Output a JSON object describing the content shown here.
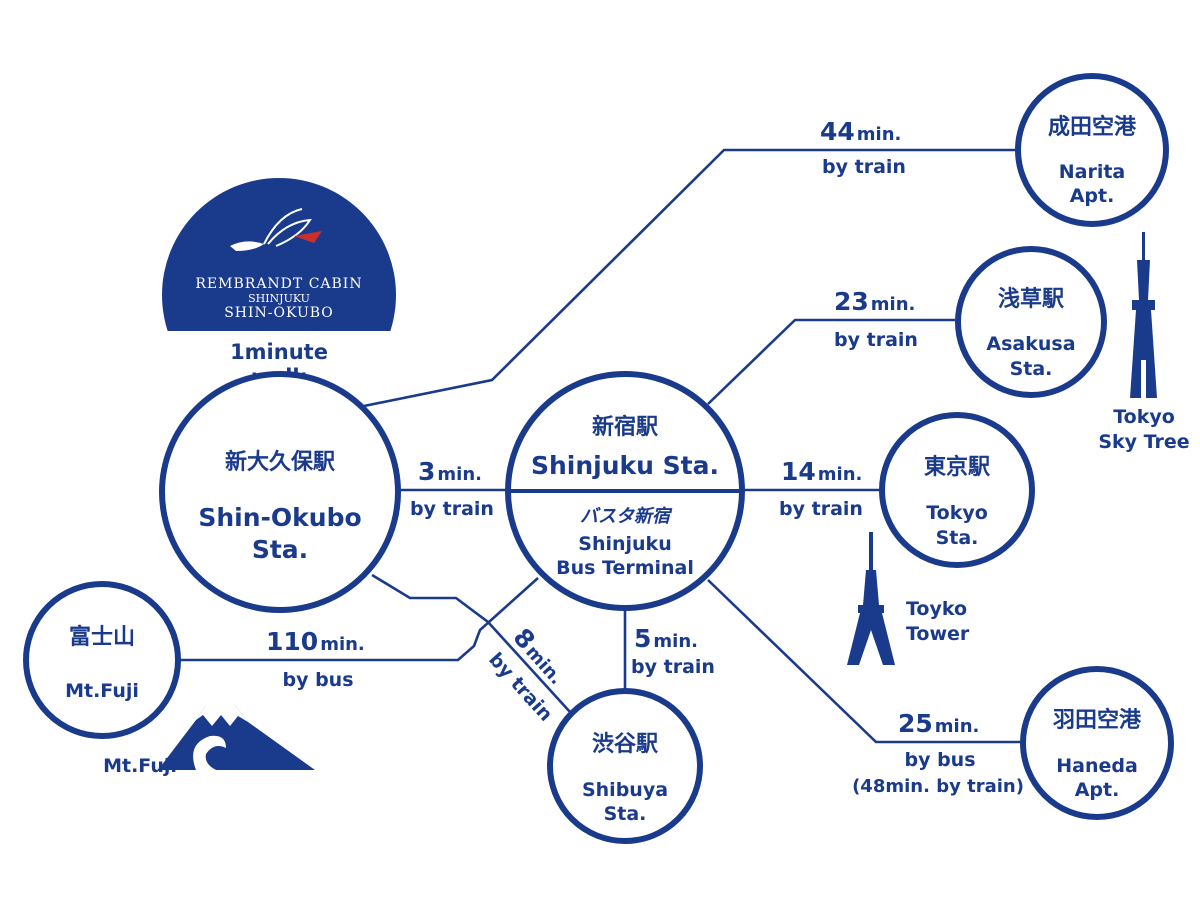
{
  "colors": {
    "primary": "#1a3a8c",
    "background": "#ffffff"
  },
  "hotel": {
    "brand": "REMBRANDT CABIN",
    "area": "SHINJUKU",
    "name": "SHIN-OKUBO",
    "walk_line1": "1minute",
    "walk_line2": "walk"
  },
  "stations": {
    "shin_okubo": {
      "jp": "新大久保駅",
      "en_line1": "Shin-Okubo",
      "en_line2": "Sta."
    },
    "shinjuku": {
      "jp": "新宿駅",
      "en": "Shinjuku Sta.",
      "bus_jp": "バスタ新宿",
      "bus_line1": "Shinjuku",
      "bus_line2": "Bus Terminal"
    },
    "narita": {
      "jp": "成田空港",
      "en_line1": "Narita",
      "en_line2": "Apt."
    },
    "asakusa": {
      "jp": "浅草駅",
      "en_line1": "Asakusa",
      "en_line2": "Sta."
    },
    "tokyo": {
      "jp": "東京駅",
      "en_line1": "Tokyo",
      "en_line2": "Sta."
    },
    "haneda": {
      "jp": "羽田空港",
      "en_line1": "Haneda",
      "en_line2": "Apt."
    },
    "shibuya": {
      "jp": "渋谷駅",
      "en_line1": "Shibuya",
      "en_line2": "Sta."
    },
    "fuji": {
      "jp": "富士山",
      "en": "Mt.Fuji"
    }
  },
  "routes": {
    "narita": {
      "minutes": "44",
      "unit": "min.",
      "mode": "by train"
    },
    "asakusa": {
      "minutes": "23",
      "unit": "min.",
      "mode": "by train"
    },
    "shinjuku": {
      "minutes": "3",
      "unit": "min.",
      "mode": "by train"
    },
    "tokyo": {
      "minutes": "14",
      "unit": "min.",
      "mode": "by train"
    },
    "fuji": {
      "minutes": "110",
      "unit": "min.",
      "mode": "by bus"
    },
    "shibuya_diag": {
      "minutes": "8",
      "unit": "min.",
      "mode": "by train"
    },
    "shibuya_vert": {
      "minutes": "5",
      "unit": "min.",
      "mode": "by train"
    },
    "haneda": {
      "minutes": "25",
      "unit": "min.",
      "mode": "by bus",
      "note": "(48min. by train)"
    }
  },
  "landmarks": {
    "sky_tree_line1": "Tokyo",
    "sky_tree_line2": "Sky Tree",
    "tokyo_tower_line1": "Toyko",
    "tokyo_tower_line2": "Tower",
    "fuji_label": "Mt.Fuji"
  },
  "icons": {
    "hotel_logo": "rembrandt-logo-icon",
    "sky_tree": "tokyo-sky-tree-icon",
    "tokyo_tower": "tokyo-tower-icon",
    "mount_fuji": "mount-fuji-icon"
  }
}
